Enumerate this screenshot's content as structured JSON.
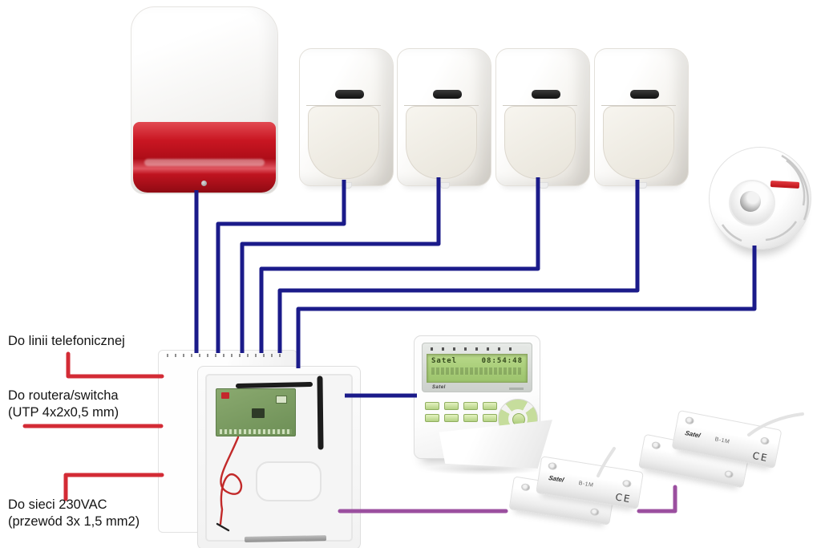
{
  "colors": {
    "wire-navy": "#1b1b8a",
    "wire-red": "#d32b35",
    "wire-purple": "#9b4f9f",
    "lcd-green": "#b8d989",
    "pcb-green": "#7b9c63",
    "siren-red": "#c2101c"
  },
  "labels": {
    "phone": "Do linii telefonicznej",
    "router1": "Do routera/switcha",
    "router2": "(UTP 4x2x0,5 mm)",
    "mains1": "Do sieci 230VAC",
    "mains2": "(przewód 3x 1,5 mm2)"
  },
  "keypad": {
    "lcd_brand": "Satel",
    "lcd_time": "08:54:48",
    "brand": "Satel"
  },
  "contact": {
    "brand": "Satel",
    "model": "B-1M",
    "ce": "CE"
  }
}
